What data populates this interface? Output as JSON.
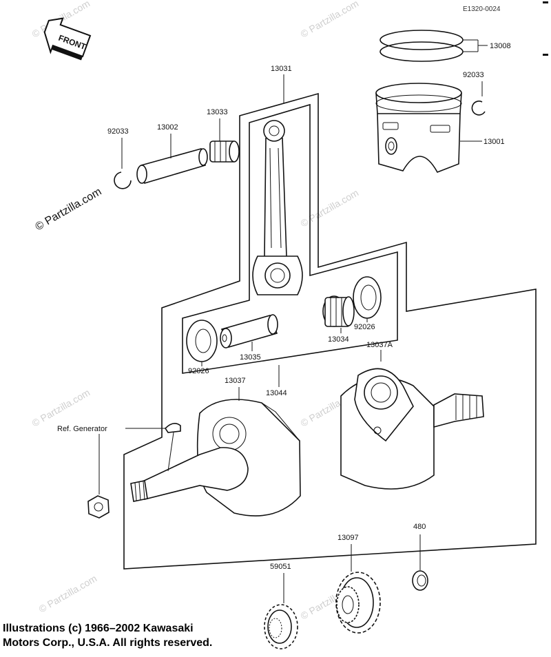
{
  "diagram": {
    "code": "E1320-0024",
    "front_label": "FRONT",
    "watermark": "© Partzilla.com",
    "labels": {
      "p13008": "13008",
      "p92033_right": "92033",
      "p13001": "13001",
      "p13031": "13031",
      "p13033": "13033",
      "p13002": "13002",
      "p92033_left": "92033",
      "p13034": "13034",
      "p92026_right": "92026",
      "p13035": "13035",
      "p92026_left": "92026",
      "p13037A": "13037A",
      "p13037": "13037",
      "p13044": "13044",
      "ref_generator": "Ref. Generator",
      "p480": "480",
      "p13097": "13097",
      "p59051": "59051"
    }
  },
  "copyright": {
    "line1": "Illustrations (c) 1966–2002 Kawasaki",
    "line2": "Motors Corp., U.S.A.  All rights reserved."
  }
}
